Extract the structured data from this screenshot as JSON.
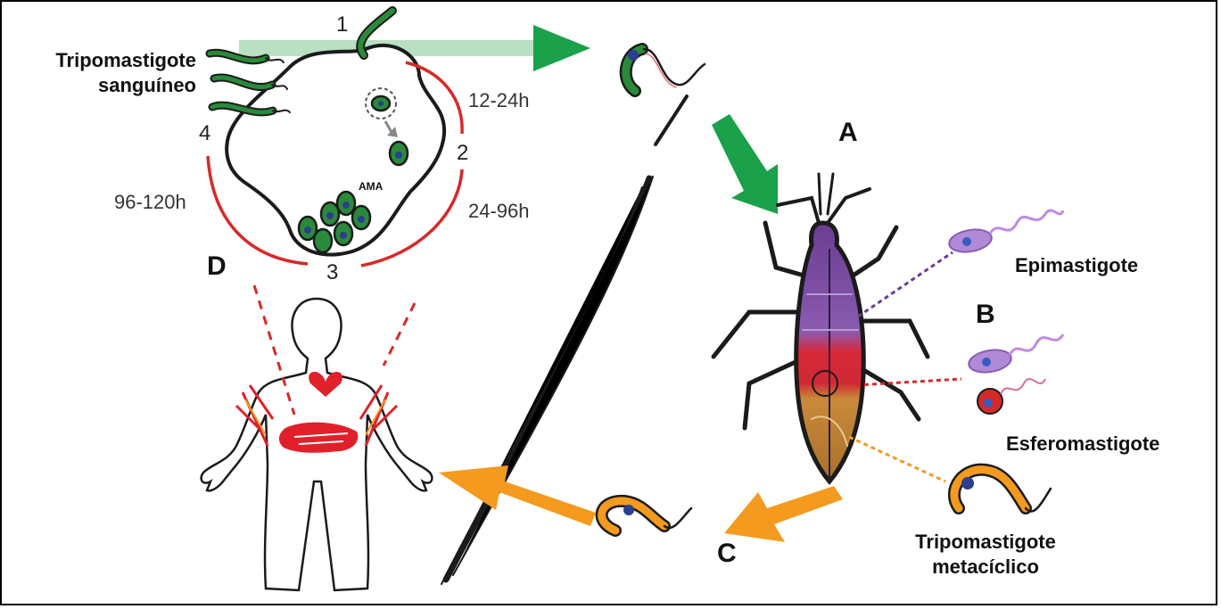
{
  "labels": {
    "tripo_blood_line1": "Tripomastigote",
    "tripo_blood_line2": "sanguíneo",
    "epimastigote": "Epimastigote",
    "esferomastigote": "Esferomastigote",
    "tripo_meta_line1": "Tripomastigote",
    "tripo_meta_line2": "metacíclico",
    "ama": "AMA"
  },
  "stages": {
    "s1": "1",
    "s2": "2",
    "s3": "3",
    "s4": "4"
  },
  "times": {
    "t1": "12-24h",
    "t2": "24-96h",
    "t3": "96-120h"
  },
  "letters": {
    "a": "A",
    "b": "B",
    "c": "C",
    "d": "D"
  },
  "colors": {
    "green_arrow": "#1aa14a",
    "light_green_arrow": "#b9e0c2",
    "orange_arrow": "#f39a1f",
    "cycle_red": "#d62a2a",
    "parasite_green": "#2a8a3a",
    "nucleus_blue": "#2b3f8f",
    "purple": "#8a5bb0",
    "organ_red": "#e0202a"
  }
}
